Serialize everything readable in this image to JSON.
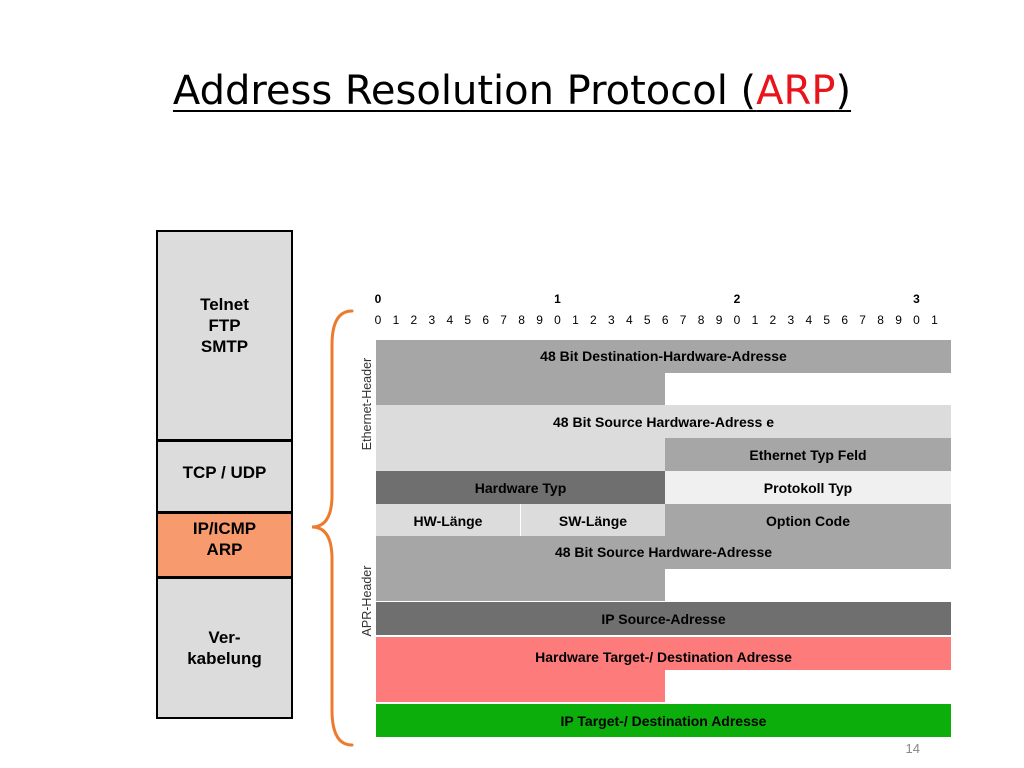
{
  "title": {
    "prefix": "Address Resolution Protocol (",
    "highlight": "ARP",
    "suffix": ")"
  },
  "layers": {
    "application": [
      "Telnet",
      "FTP",
      "SMTP"
    ],
    "transport": [
      "TCP / UDP"
    ],
    "network": [
      "IP/ICMP",
      "ARP"
    ],
    "physical": [
      "Ver-",
      "kabelung"
    ]
  },
  "bit_ruler": {
    "tens": [
      "0",
      "1",
      "2",
      "3"
    ],
    "units": [
      "0",
      "1",
      "2",
      "3",
      "4",
      "5",
      "6",
      "7",
      "8",
      "9",
      "0",
      "1",
      "2",
      "3",
      "4",
      "5",
      "6",
      "7",
      "8",
      "9",
      "0",
      "1",
      "2",
      "3",
      "4",
      "5",
      "6",
      "7",
      "8",
      "9",
      "0",
      "1"
    ]
  },
  "section_labels": {
    "ethernet": "Ethernet-Header",
    "arp": "APR-Header"
  },
  "fields": {
    "dest_hw": "48 Bit Destination-Hardware-Adresse",
    "src_hw": "48 Bit Source Hardware-Adress e",
    "eth_type": "Ethernet Typ Feld",
    "hw_type": "Hardware Typ",
    "proto_type": "Protokoll Typ",
    "hw_len": "HW-Länge",
    "sw_len": "SW-Länge",
    "op_code": "Option Code",
    "arp_src_hw": "48 Bit Source Hardware-Adresse",
    "ip_src": "IP Source-Adresse",
    "hw_target": "Hardware Target-/ Destination Adresse",
    "ip_target": "IP Target-/ Destination Adresse"
  },
  "colors": {
    "dark": "#6f6f6f",
    "mid": "#a6a6a6",
    "light": "#dcdcdc",
    "pale": "#f0f0f0",
    "red": "#fd7b7b",
    "green": "#0cae0c",
    "brace": "#ee7a2d",
    "network_layer": "#f79a6e"
  },
  "page_number": "14"
}
